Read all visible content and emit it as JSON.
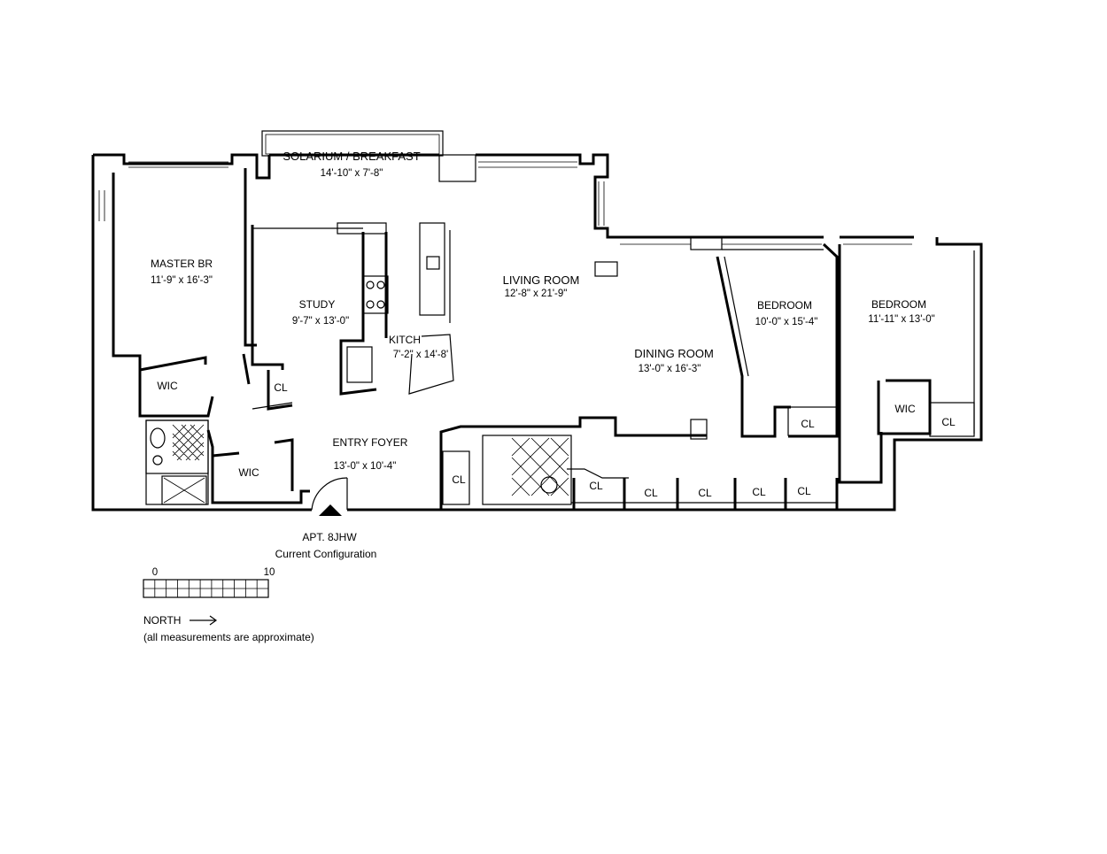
{
  "rooms": {
    "solarium": {
      "name": "SOLARIUM / BREAKFAST",
      "dims": "14'-10\" x 7'-8\""
    },
    "master": {
      "name": "MASTER BR",
      "dims": "11'-9\" x 16'-3\""
    },
    "study": {
      "name": "STUDY",
      "dims": "9'-7\" x 13'-0\""
    },
    "kitchen": {
      "name": "KITCH",
      "dims": "7'-2\" x 14'-8'"
    },
    "living": {
      "name": "LIVING ROOM",
      "dims": "12'-8\" x 21'-9\""
    },
    "dining": {
      "name": "DINING ROOM",
      "dims": "13'-0\" x 16'-3\""
    },
    "bedroom1": {
      "name": "BEDROOM",
      "dims": "10'-0\" x 15'-4\""
    },
    "bedroom2": {
      "name": "BEDROOM",
      "dims": "11'-11\" x 13'-0\""
    },
    "foyer": {
      "name": "ENTRY FOYER",
      "dims": "13'-0\" x 10'-4\""
    }
  },
  "closets": {
    "wic_master_top": "WIC",
    "wic_master_bottom": "WIC",
    "cl_study": "CL",
    "cl_foyer": "CL",
    "cl_row_1": "CL",
    "cl_row_2": "CL",
    "cl_row_3": "CL",
    "cl_row_4": "CL",
    "cl_row_5": "CL",
    "cl_bedroom1": "CL",
    "wic_bedroom2": "WIC",
    "cl_bedroom2": "CL"
  },
  "caption": {
    "apt": "APT. 8JHW",
    "config": "Current Configuration"
  },
  "scale": {
    "start": "0",
    "end": "10"
  },
  "north": {
    "label": "NORTH"
  },
  "note": "(all measurements are approximate)"
}
